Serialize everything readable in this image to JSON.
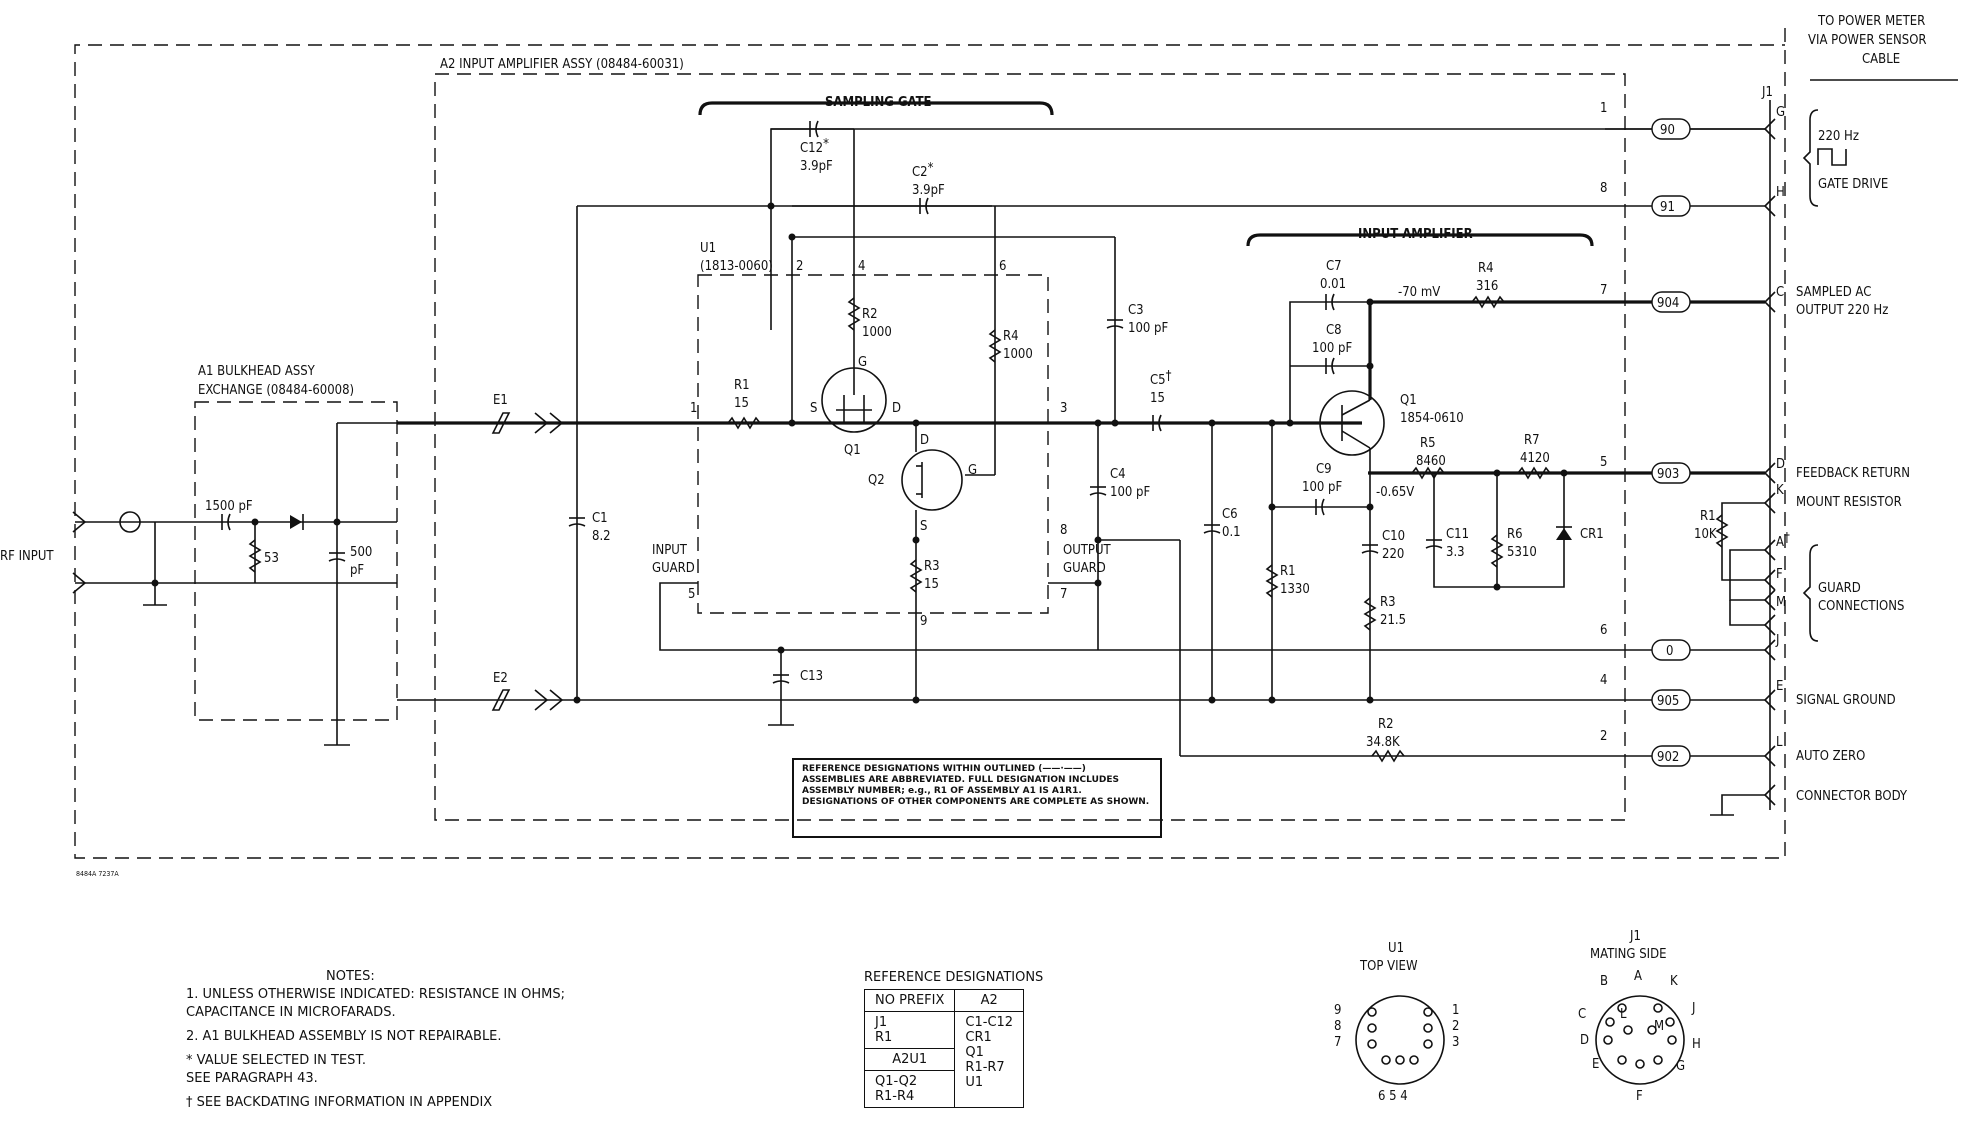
{
  "assemblies": {
    "a2_title": "A2 INPUT AMPLIFIER ASSY (08484-60031)",
    "a1_title_1": "A1 BULKHEAD ASSY",
    "a1_title_2": "EXCHANGE (08484-60008)",
    "sampling_gate": "SAMPLING GATE",
    "input_amplifier": "INPUT AMPLIFIER",
    "u1_label": "U1",
    "u1_part": "(1813-0060)",
    "input_guard_1": "INPUT",
    "input_guard_2": "GUARD",
    "output_guard_1": "OUTPUT",
    "output_guard_2": "GUARD",
    "fig_code": "8484A 7237A"
  },
  "header": {
    "line1": "TO POWER METER",
    "line2": "VIA POWER SENSOR",
    "line3": "CABLE"
  },
  "inputs": {
    "rf": "RF INPUT",
    "e1": "E1",
    "e2": "E2"
  },
  "components": {
    "c12": "C12",
    "c12_val": "3.9pF",
    "c2": "C2",
    "c2_val": "3.9pF",
    "r2": "R2",
    "r2_val": "1000",
    "r4a": "R4",
    "r4a_val": "1000",
    "c3": "C3",
    "c3_val": "100 pF",
    "c5": "C5",
    "c5_dag": "†",
    "c5_val": "15",
    "r1a": "R1",
    "r1a_val": "15",
    "q1a": "Q1",
    "q2": "Q2",
    "c4": "C4",
    "c4_val": "100 pF",
    "r3a": "R3",
    "r3a_val": "15",
    "c1": "C1",
    "c1_val": "8.2",
    "c13": "C13",
    "c6": "C6",
    "c6_val": "0.1",
    "r1b": "R1",
    "r1b_val": "1330",
    "c7": "C7",
    "c7_val": "0.01",
    "c8": "C8",
    "c8_val": "100 pF",
    "r4b": "R4",
    "r4b_val": "316",
    "mv": "-70 mV",
    "q1b": "Q1",
    "q1b_part": "1854-0610",
    "c9": "C9",
    "c9_val": "100 pF",
    "v065": "-0.65V",
    "r5": "R5",
    "r5_val": "8460",
    "r7": "R7",
    "r7_val": "4120",
    "c10": "C10",
    "c10_val": "220",
    "c11": "C11",
    "c11_val": "3.3",
    "r6": "R6",
    "r6_val": "5310",
    "cr1": "CR1",
    "r3b": "R3",
    "r3b_val": "21.5",
    "r2b": "R2",
    "r2b_val": "34.8K",
    "c1500": "1500 pF",
    "r53": "53",
    "c500": "500",
    "c500u": "pF",
    "rmount": "R1",
    "rmount_val": "10K",
    "star": "*"
  },
  "u1_pins": {
    "p1": "1",
    "p2": "2",
    "p3": "3",
    "p4": "4",
    "p5": "5",
    "p6": "6",
    "p7": "7",
    "p8": "8",
    "p9": "9"
  },
  "fet_pins": {
    "s": "S",
    "g": "G",
    "d": "D"
  },
  "lines": [
    {
      "pin": "1",
      "wire": "90",
      "j1": "G"
    },
    {
      "pin": "8",
      "wire": "91",
      "j1": "H"
    },
    {
      "pin": "7",
      "wire": "904",
      "j1": "C"
    },
    {
      "pin": "5",
      "wire": "903",
      "j1": "D"
    },
    {
      "pin": "6",
      "wire": "0",
      "j1": "J"
    },
    {
      "pin": "4",
      "wire": "905",
      "j1": "E"
    },
    {
      "pin": "2",
      "wire": "902",
      "j1": "L"
    }
  ],
  "j1": {
    "label": "J1",
    "k": "K",
    "a": "A",
    "f": "F",
    "m": "M",
    "dag": "†"
  },
  "right_labels": {
    "hz": "220 Hz",
    "gate_drive": "GATE DRIVE",
    "sampled_ac_1": "SAMPLED AC",
    "sampled_ac_2": "OUTPUT 220 Hz",
    "feedback": "FEEDBACK RETURN",
    "mount": "MOUNT RESISTOR",
    "guard_1": "GUARD",
    "guard_2": "CONNECTIONS",
    "signal_ground": "SIGNAL GROUND",
    "auto_zero": "AUTO ZERO",
    "connector_body": "CONNECTOR BODY"
  },
  "note_box": "REFERENCE DESIGNATIONS WITHIN OUTLINED (——·——) ASSEMBLIES ARE ABBREVIATED. FULL DESIGNATION INCLUDES ASSEMBLY NUMBER; e.g., R1 OF ASSEMBLY A1 IS A1R1. DESIGNATIONS OF OTHER COMPONENTS ARE COMPLETE AS SHOWN.",
  "notes": {
    "heading": "NOTES:",
    "n1": "1. UNLESS OTHERWISE INDICATED: RESISTANCE IN OHMS;\n    CAPACITANCE IN MICROFARADS.",
    "n2": "2. A1 BULKHEAD ASSEMBLY IS NOT REPAIRABLE.",
    "n3": "* VALUE SELECTED IN TEST.\n   SEE PARAGRAPH 43.",
    "n4": "† SEE BACKDATING INFORMATION IN APPENDIX"
  },
  "ref_table": {
    "title": "REFERENCE DESIGNATIONS",
    "h1": "NO PREFIX",
    "h2": "A2",
    "c1": "J1\nR1",
    "c2": "C1-C12\nCR1\nQ1\nR1-R7\nU1",
    "c3": "A2U1",
    "c4": "Q1-Q2\nR1-R4"
  },
  "u1_view": {
    "t1": "U1",
    "t2": "TOP VIEW",
    "p9": "9",
    "p8": "8",
    "p7": "7",
    "p1": "1",
    "p2": "2",
    "p3": "3",
    "bottom": "6  5  4"
  },
  "j1_view": {
    "t1": "J1",
    "t2": "MATING SIDE",
    "B": "B",
    "A": "A",
    "K": "K",
    "C": "C",
    "L": "L",
    "J": "J",
    "M": "M",
    "D": "D",
    "H": "H",
    "E": "E",
    "G": "G",
    "F": "F"
  }
}
